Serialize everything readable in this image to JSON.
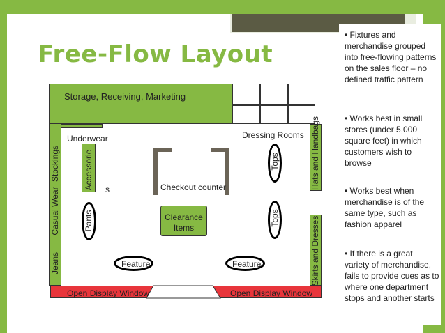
{
  "slide": {
    "title": "Free-Flow Layout",
    "bullets": [
      "• Fixtures and merchandise grouped into free-flowing patterns on the sales floor – no defined traffic pattern",
      "• Works best in small stores (under 5,000 square feet) in which customers wish to browse",
      "• Works best when merchandise is of the same type, such as fashion apparel",
      "• If there is a great variety of merchandise, fails to provide cues as to where one department stops and another starts"
    ]
  },
  "plan": {
    "storage": "Storage, Receiving, Marketing",
    "underwear": "Underwear",
    "dressing_rooms": "Dressing Rooms",
    "checkout": "Checkout counter",
    "clearance": "Clearance Items",
    "accessories": "Accessorie",
    "accessories_tail": "s",
    "stockings": "Stockings",
    "casual_wear": "Casual Wear",
    "jeans": "Jeans",
    "pants": "Pants",
    "tops_1": "Tops",
    "tops_2": "Tops",
    "hats": "Hats and Handbags",
    "skirts": "Skirts and Dresses",
    "feature_1": "Feature",
    "feature_2": "Feature",
    "window_left": "Open Display Window",
    "window_right": "Open Display Window"
  },
  "colors": {
    "background": "#86b943",
    "accent_green": "#86b943",
    "window_red": "#e8353b",
    "deco_box": "#5b5b44"
  }
}
